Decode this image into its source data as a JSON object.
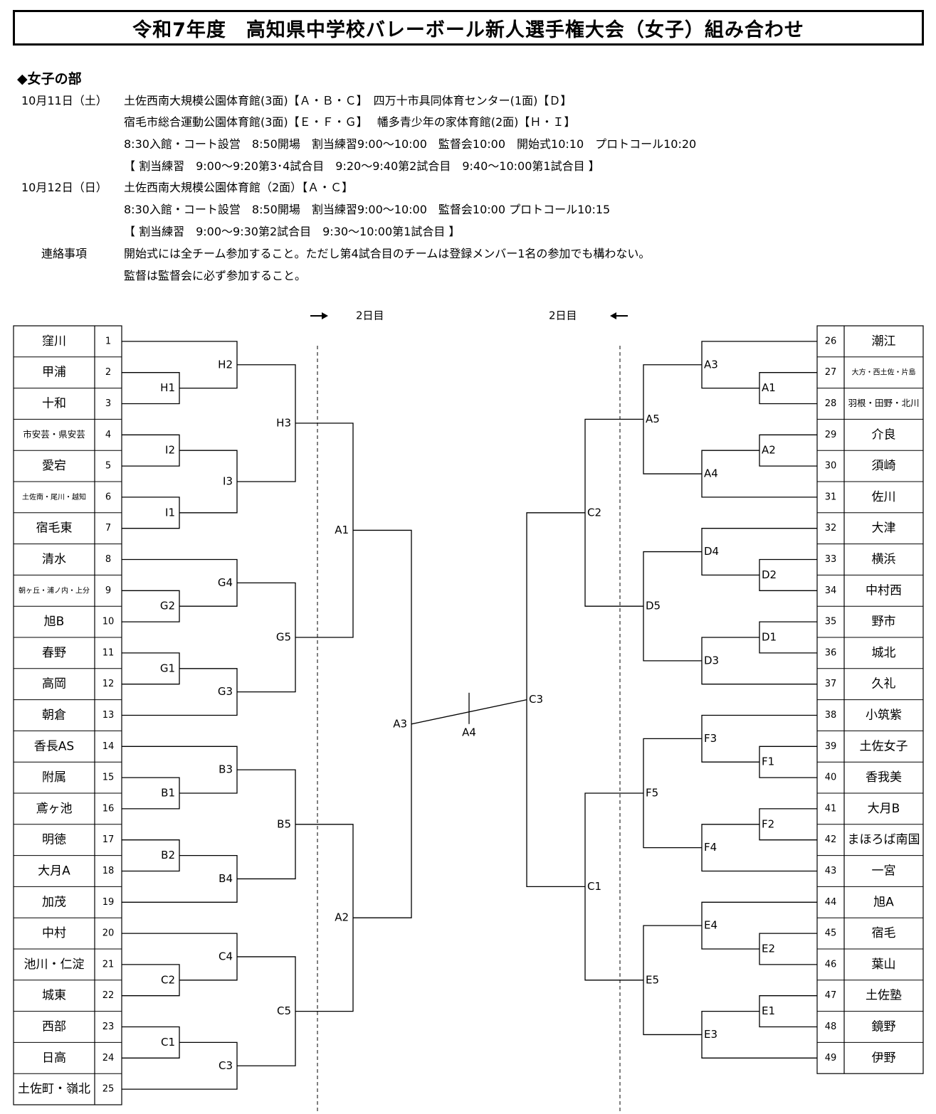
{
  "title": "令和7年度　高知県中学校バレーボール新人選手権大会（女子）組み合わせ",
  "section": "◆女子の部",
  "schedule": [
    {
      "label": "10月11日（土）",
      "text": "土佐西南大規模公園体育館(3面)【Ａ・Ｂ・Ｃ】　四万十市具同体育センター(1面)【Ｄ】"
    },
    {
      "label": "",
      "text": "宿毛市総合運動公園体育館(3面)【Ｅ・Ｆ・Ｇ】　 幡多青少年の家体育館(2面)【Ｈ・Ｉ】"
    },
    {
      "label": "",
      "text": "8:30入館・コート設営　8:50開場　割当練習9:00～10:00　監督会10:00　開始式10:10　プロトコール10:20"
    },
    {
      "label": "",
      "text": "【 割当練習　9:00～9:20第3･4試合目　9:20～9:40第2試合目　9:40～10:00第1試合目 】"
    },
    {
      "label": "10月12日（日）",
      "text": "土佐西南大規模公園体育館（2面）【Ａ・Ｃ】"
    },
    {
      "label": "",
      "text": "8:30入館・コート設営　8:50開場　割当練習9:00～10:00　監督会10:00 プロトコール10:15"
    },
    {
      "label": "",
      "text": "【 割当練習　9:00～9:30第2試合目　9:30～10:00第1試合目 】"
    },
    {
      "label": "連絡事項",
      "text": "開始式には全チーム参加すること。ただし第4試合目のチームは登録メンバー1名の参加でも構わない。"
    },
    {
      "label": "",
      "text": "監督は監督会に必ず参加すること。"
    }
  ],
  "day2_left": "2日目",
  "day2_right": "2日目",
  "left_teams": [
    {
      "no": "1",
      "name": "窪川"
    },
    {
      "no": "2",
      "name": "甲浦"
    },
    {
      "no": "3",
      "name": "十和"
    },
    {
      "no": "4",
      "name": "市安芸・県安芸"
    },
    {
      "no": "5",
      "name": "愛宕"
    },
    {
      "no": "6",
      "name": "土佐南・尾川・越知"
    },
    {
      "no": "7",
      "name": "宿毛東"
    },
    {
      "no": "8",
      "name": "清水"
    },
    {
      "no": "9",
      "name": "朝ヶ丘・浦ノ内・上分"
    },
    {
      "no": "10",
      "name": "旭B"
    },
    {
      "no": "11",
      "name": "春野"
    },
    {
      "no": "12",
      "name": "高岡"
    },
    {
      "no": "13",
      "name": "朝倉"
    },
    {
      "no": "14",
      "name": "香長AS"
    },
    {
      "no": "15",
      "name": "附属"
    },
    {
      "no": "16",
      "name": "鳶ヶ池"
    },
    {
      "no": "17",
      "name": "明徳"
    },
    {
      "no": "18",
      "name": "大月A"
    },
    {
      "no": "19",
      "name": "加茂"
    },
    {
      "no": "20",
      "name": "中村"
    },
    {
      "no": "21",
      "name": "池川・仁淀"
    },
    {
      "no": "22",
      "name": "城東"
    },
    {
      "no": "23",
      "name": "西部"
    },
    {
      "no": "24",
      "name": "日高"
    },
    {
      "no": "25",
      "name": "土佐町・嶺北"
    }
  ],
  "right_teams": [
    {
      "no": "26",
      "name": "潮江"
    },
    {
      "no": "27",
      "name": "大方・西土佐・片島"
    },
    {
      "no": "28",
      "name": "羽根・田野・北川"
    },
    {
      "no": "29",
      "name": "介良"
    },
    {
      "no": "30",
      "name": "須崎"
    },
    {
      "no": "31",
      "name": "佐川"
    },
    {
      "no": "32",
      "name": "大津"
    },
    {
      "no": "33",
      "name": "横浜"
    },
    {
      "no": "34",
      "name": "中村西"
    },
    {
      "no": "35",
      "name": "野市"
    },
    {
      "no": "36",
      "name": "城北"
    },
    {
      "no": "37",
      "name": "久礼"
    },
    {
      "no": "38",
      "name": "小筑紫"
    },
    {
      "no": "39",
      "name": "土佐女子"
    },
    {
      "no": "40",
      "name": "香我美"
    },
    {
      "no": "41",
      "name": "大月B"
    },
    {
      "no": "42",
      "name": "まほろば南国"
    },
    {
      "no": "43",
      "name": "一宮"
    },
    {
      "no": "44",
      "name": "旭A"
    },
    {
      "no": "45",
      "name": "宿毛"
    },
    {
      "no": "46",
      "name": "葉山"
    },
    {
      "no": "47",
      "name": "土佐塾"
    },
    {
      "no": "48",
      "name": "鏡野"
    },
    {
      "no": "49",
      "name": "伊野"
    }
  ],
  "matches": {
    "H1": "H1",
    "H2": "H2",
    "H3": "H3",
    "I1": "I1",
    "I2": "I2",
    "I3": "I3",
    "G1": "G1",
    "G2": "G2",
    "G3": "G3",
    "G4": "G4",
    "G5": "G5",
    "B1": "B1",
    "B2": "B2",
    "B3": "B3",
    "B4": "B4",
    "B5": "B5",
    "C1L": "C1",
    "C2L": "C2",
    "C3L": "C3",
    "C4": "C4",
    "C5": "C5",
    "A1L": "A1",
    "A2L": "A2",
    "A3L": "A3",
    "A4": "A4",
    "A1R": "A1",
    "A2R": "A2",
    "A3R": "A3",
    "A4R": "A4",
    "A5": "A5",
    "D1": "D1",
    "D2": "D2",
    "D3": "D3",
    "D4": "D4",
    "D5": "D5",
    "F1": "F1",
    "F2": "F2",
    "F3": "F3",
    "F4": "F4",
    "F5": "F5",
    "E1": "E1",
    "E2": "E2",
    "E3": "E3",
    "E4": "E4",
    "E5": "E5",
    "C1R": "C1",
    "C2R": "C2",
    "C3R": "C3"
  }
}
